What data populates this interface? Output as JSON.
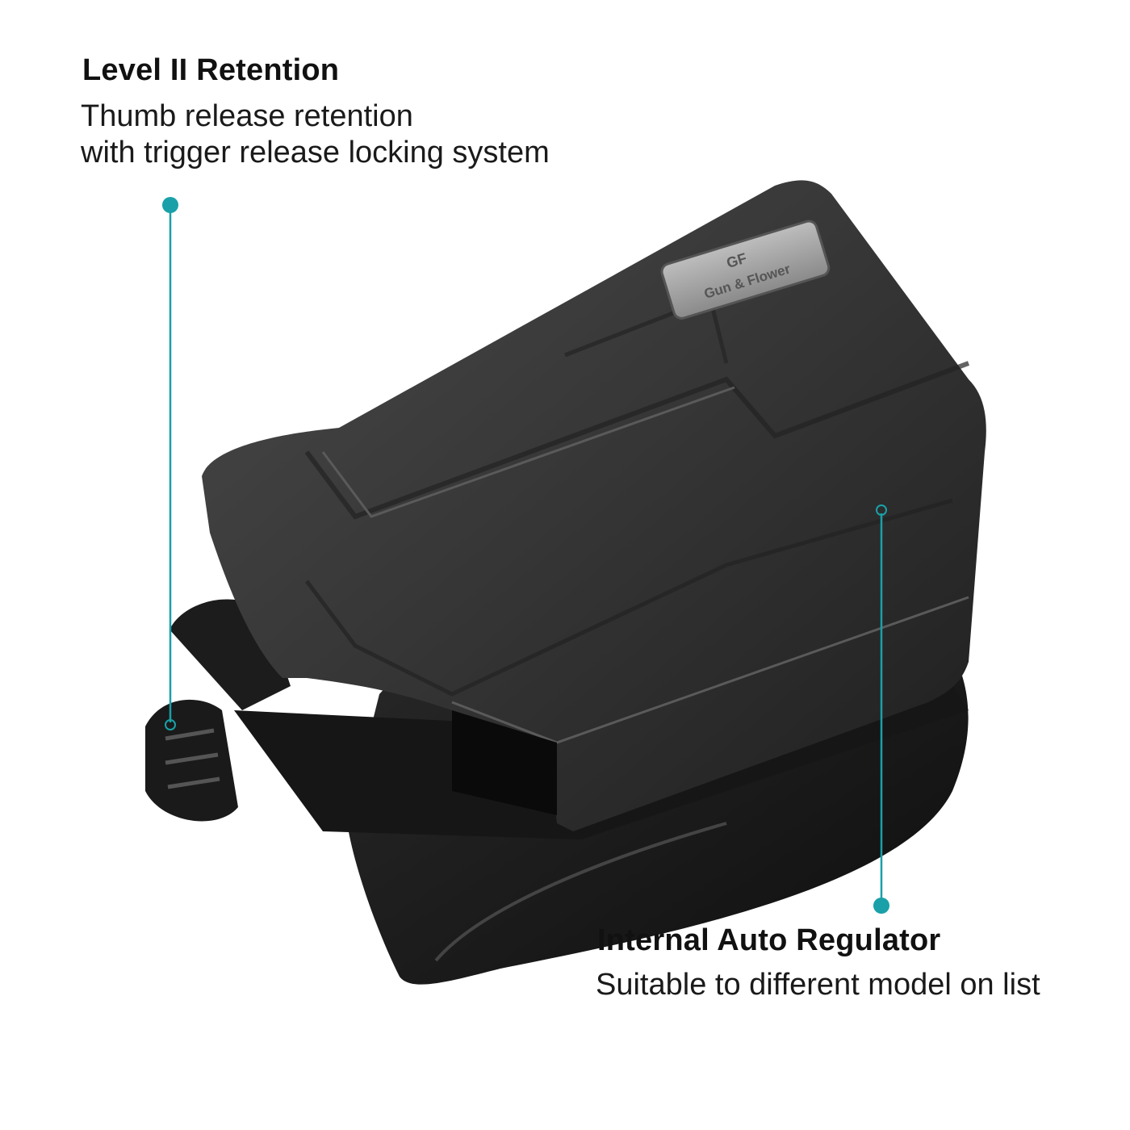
{
  "callouts": [
    {
      "title": "Level II Retention",
      "lines": [
        "Thumb release retention",
        "with trigger release locking system"
      ]
    },
    {
      "title": "Internal Auto Regulator",
      "lines": [
        "Suitable to different model on list"
      ]
    }
  ],
  "product": {
    "logo_mark": "GF",
    "logo_text": "Gun & Flower"
  },
  "colors": {
    "accent": "#1aa0a8",
    "holster": "#2b2b2b",
    "background": "#ffffff"
  }
}
